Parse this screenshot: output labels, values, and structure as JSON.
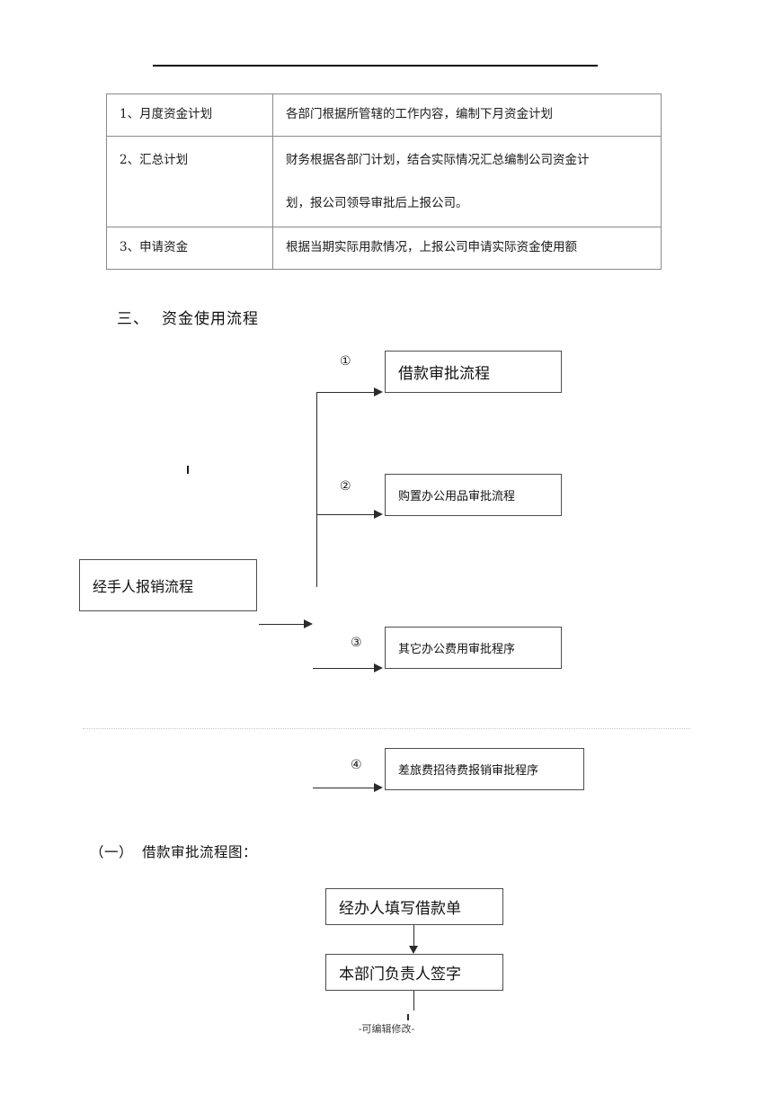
{
  "document": {
    "footer_note": "-可编辑修改-"
  },
  "table": {
    "rows": [
      {
        "label": "1、月度资金计划",
        "desc": "各部门根据所管辖的工作内容，编制下月资金计划",
        "desc2": ""
      },
      {
        "label": "2、汇总计划",
        "desc": "财务根据各部门计划，结合实际情况汇总编制公司资金计",
        "desc2": "划，报公司领导审批后上报公司。"
      },
      {
        "label": "3、申请资金",
        "desc": "根据当期实际用款情况，上报公司申请实际资金使用额",
        "desc2": ""
      }
    ]
  },
  "section_heading": {
    "num": "三、",
    "text": "资金使用流程"
  },
  "flow_usage": {
    "source_box": "经手人报销流程",
    "branches": [
      {
        "marker": "①",
        "label": "借款审批流程"
      },
      {
        "marker": "②",
        "label": "购置办公用品审批流程"
      },
      {
        "marker": "③",
        "label": "其它办公费用审批程序"
      },
      {
        "marker": "④",
        "label": "差旅费招待费报销审批程序"
      }
    ]
  },
  "sub_heading": {
    "num": "（一）",
    "text": "借款审批流程图："
  },
  "flow_loan": {
    "steps": [
      "经办人填写借款单",
      "本部门负责人签字"
    ]
  }
}
